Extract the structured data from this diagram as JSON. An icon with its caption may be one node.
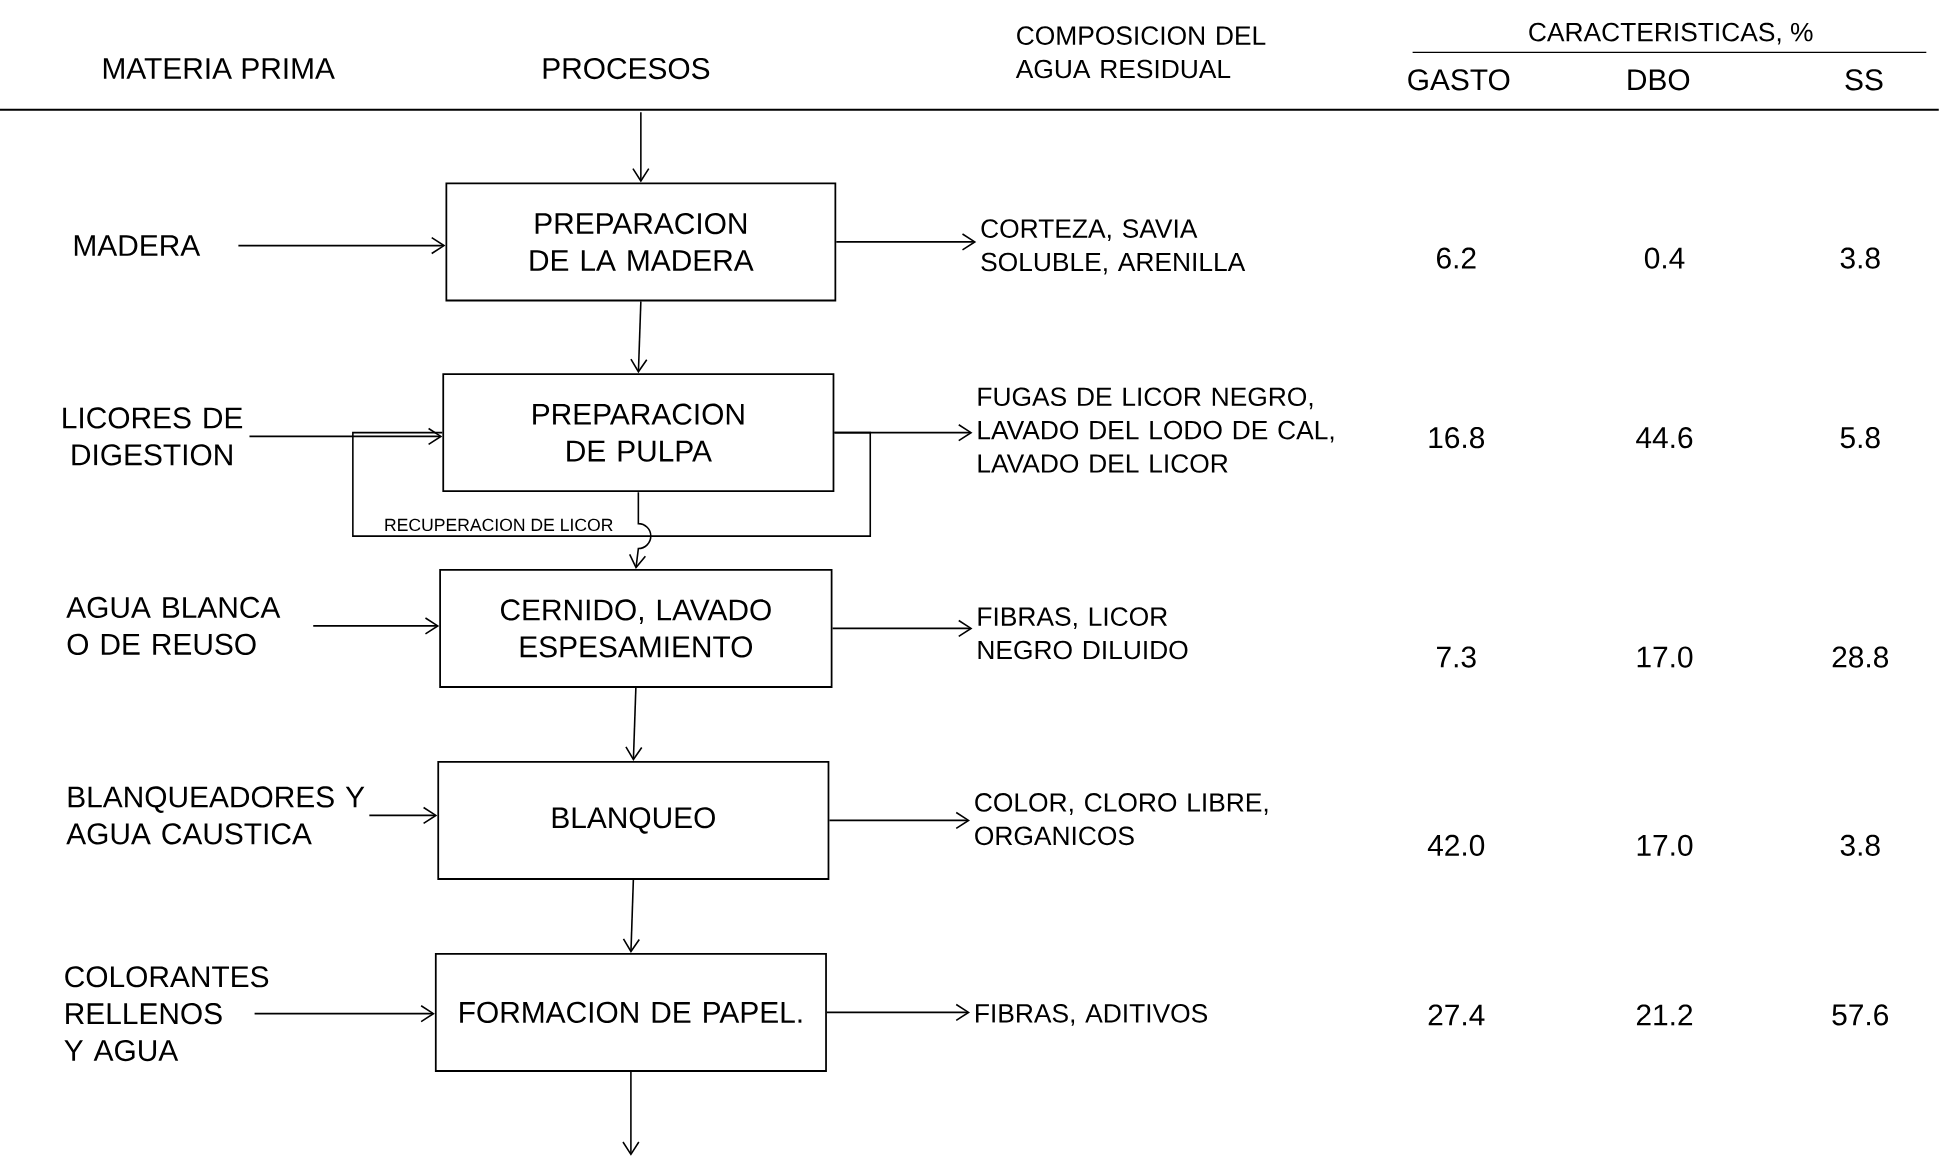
{
  "diagram": {
    "nodes": [
      {
        "text": [
          "MADERA"
        ]
      },
      {
        "text": [
          "PREPARACION DE LA MADERA"
        ]
      },
      {
        "text": [
          "CORTEZA, SAVIA SOLUBLE, ARENILLA"
        ]
      },
      {
        "text": [
          "LICORES DE DIGESTION"
        ]
      },
      {
        "text": [
          "PREPARACION DE PULPA"
        ]
      },
      {
        "text": [
          "FUGAS DE LICOR NEGRO, LAVADO DEL LODO DE CAL, LAVADO DEL LICOR"
        ]
      },
      {
        "text": [
          "AGUA BLANCA O DE REUSO"
        ]
      },
      {
        "text": [
          "CERNIDO, LAVADO ESPESAMIENTO"
        ]
      },
      {
        "text": [
          "FIBRAS, LICOR NEGRO DILUIDO"
        ]
      },
      {
        "text": [
          "BLANQUEADORES Y AGUA CAUSTICA"
        ]
      },
      {
        "text": [
          "BLANQUEO"
        ]
      },
      {
        "text": [
          "COLOR, CLORO LIBRE, ORGANICOS"
        ]
      },
      {
        "text": [
          "COLORANTES RELLENOS Y AGUA"
        ]
      },
      {
        "text": [
          "FORMACION DE PAPEL."
        ]
      },
      {
        "text": [
          "FIBRAS, ADITIVOS"
        ]
      }
    ],
    "edges": [
      {
        "from": null,
        "to": 1,
        "arrow": "to"
      },
      {
        "from": 0,
        "to": 1,
        "arrow": "to"
      },
      {
        "from": 1,
        "to": 2,
        "arrow": "to"
      },
      {
        "from": 1,
        "to": 4,
        "arrow": "to"
      },
      {
        "from": 3,
        "to": 4,
        "arrow": "to"
      },
      {
        "from": 4,
        "to": 5,
        "arrow": "to"
      },
      {
        "from": 4,
        "to": 4,
        "arrow": "none",
        "label": "RECUPERACION DE LICOR"
      },
      {
        "from": 4,
        "to": 7,
        "arrow": "to"
      },
      {
        "from": 6,
        "to": 7,
        "arrow": "to"
      },
      {
        "from": 7,
        "to": 8,
        "arrow": "to"
      },
      {
        "from": 7,
        "to": 10,
        "arrow": "to"
      },
      {
        "from": 9,
        "to": 10,
        "arrow": "to"
      },
      {
        "from": 10,
        "to": 11,
        "arrow": "to"
      },
      {
        "from": 10,
        "to": 13,
        "arrow": "to"
      },
      {
        "from": 12,
        "to": 13,
        "arrow": "to"
      },
      {
        "from": 13,
        "to": 14,
        "arrow": "to"
      },
      {
        "from": 13,
        "to": null,
        "arrow": "to"
      }
    ],
    "labels": [
      "MATERIA PRIMA",
      "PROCESOS",
      "COMPOSICION DEL AGUA RESIDUAL",
      "CARACTERISTICAS, %",
      "GASTO",
      "DBO",
      "SS",
      "6.2",
      "0.4",
      "3.8",
      "16.8",
      "44.6",
      "5.8",
      "7.3",
      "17.0",
      "28.8",
      "42.0",
      "17.0",
      "3.8",
      "27.4",
      "21.2",
      "57.6"
    ]
  }
}
